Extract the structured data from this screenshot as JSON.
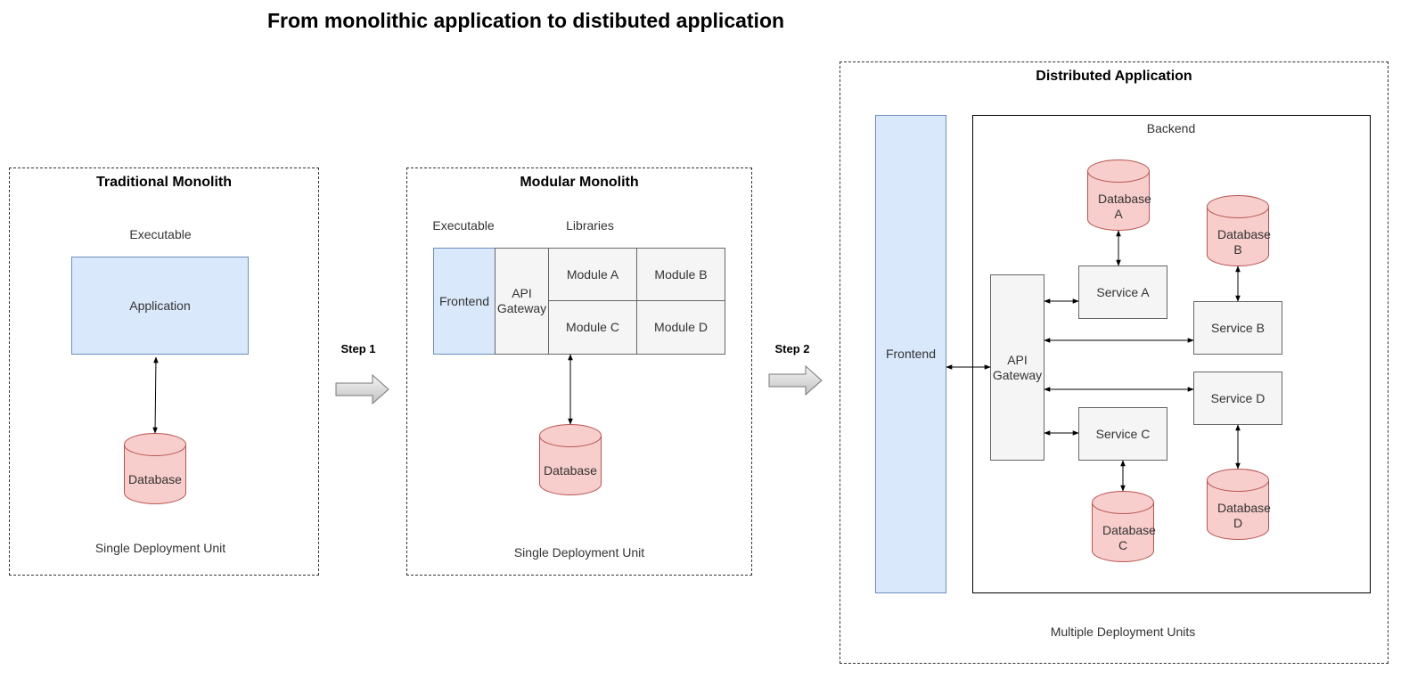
{
  "title": "From monolithic application to distibuted application",
  "traditional": {
    "title": "Traditional Monolith",
    "executable_label": "Executable",
    "application": "Application",
    "database": "Database",
    "footer": "Single Deployment Unit"
  },
  "step1": "Step 1",
  "modular": {
    "title": "Modular Monolith",
    "executable_label": "Executable",
    "libraries_label": "Libraries",
    "frontend": "Frontend",
    "api_gateway": "API Gateway",
    "modules": [
      "Module A",
      "Module B",
      "Module C",
      "Module D"
    ],
    "database": "Database",
    "footer": "Single Deployment Unit"
  },
  "step2": "Step 2",
  "distributed": {
    "title": "Distributed Application",
    "frontend": "Frontend",
    "backend_label": "Backend",
    "api_gateway": "API Gateway",
    "services": {
      "a": "Service A",
      "b": "Service B",
      "c": "Service C",
      "d": "Service D"
    },
    "databases": {
      "a": "Database A",
      "b": "Database B",
      "c": "Database C",
      "d": "Database D"
    },
    "footer": "Multiple Deployment Units"
  },
  "colors": {
    "frontend_fill": "#dae8fc",
    "frontend_stroke": "#6c8ebf",
    "database_fill": "#f8cecc",
    "database_stroke": "#b85450",
    "module_fill": "#f5f5f5",
    "module_stroke": "#666666"
  }
}
